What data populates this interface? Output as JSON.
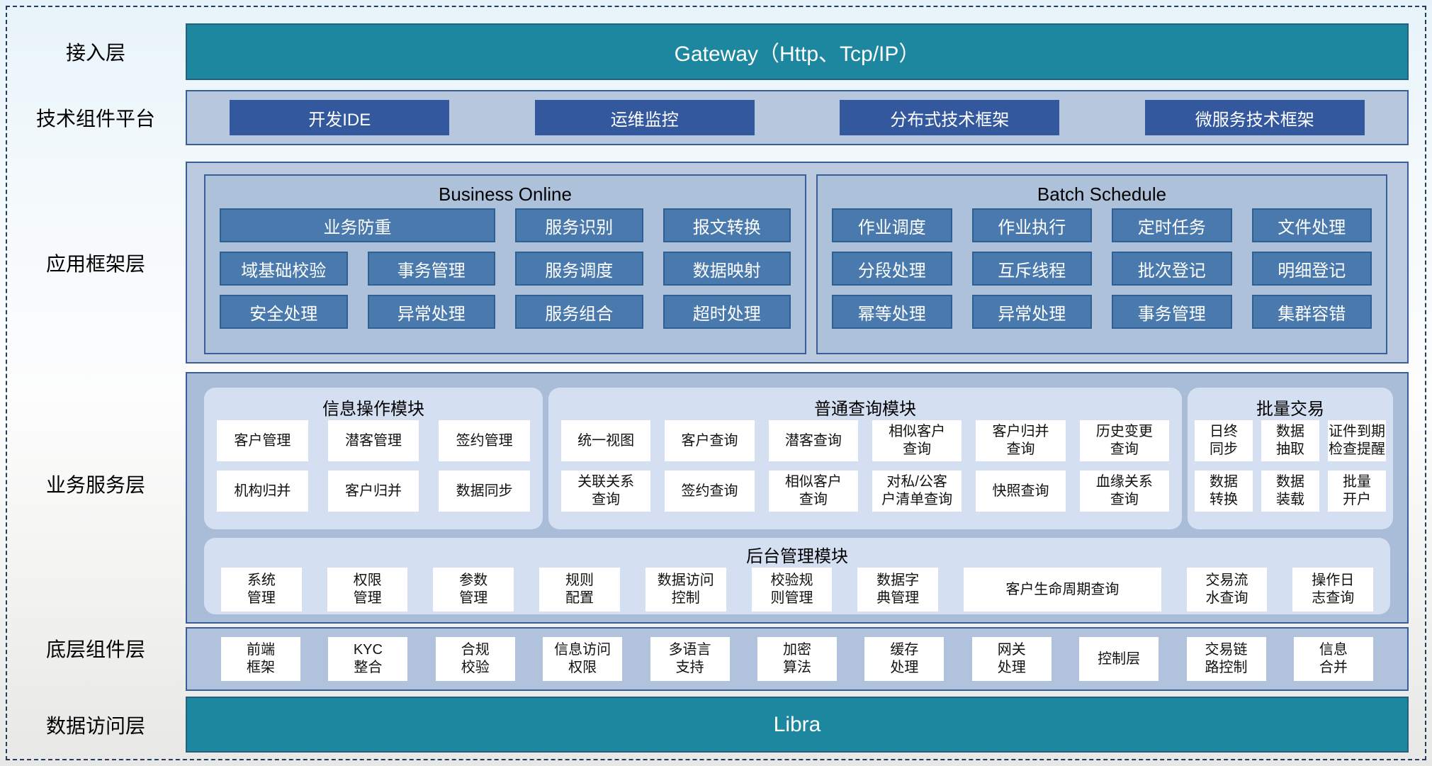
{
  "labels": {
    "access": "接入层",
    "tech": "技术组件平台",
    "app": "应用框架层",
    "service": "业务服务层",
    "base": "底层组件层",
    "data": "数据访问层"
  },
  "gateway": {
    "title": "Gateway（Http、Tcp/IP）"
  },
  "tech": {
    "items": [
      {
        "t": "开发IDE"
      },
      {
        "t": "运维监控"
      },
      {
        "t": "分布式技术框架"
      },
      {
        "t": "微服务技术框架"
      }
    ]
  },
  "app_framework": {
    "business_online": {
      "title": "Business Online",
      "rows": [
        [
          {
            "t": "业务防重",
            "span": 2
          },
          {
            "t": "服务识别"
          },
          {
            "t": "报文转换"
          }
        ],
        [
          {
            "t": "域基础校验"
          },
          {
            "t": "事务管理"
          },
          {
            "t": "服务调度"
          },
          {
            "t": "数据映射"
          }
        ],
        [
          {
            "t": "安全处理"
          },
          {
            "t": "异常处理"
          },
          {
            "t": "服务组合"
          },
          {
            "t": "超时处理"
          }
        ]
      ]
    },
    "batch_schedule": {
      "title": "Batch Schedule",
      "rows": [
        [
          {
            "t": "作业调度"
          },
          {
            "t": "作业执行"
          },
          {
            "t": "定时任务"
          },
          {
            "t": "文件处理"
          }
        ],
        [
          {
            "t": "分段处理"
          },
          {
            "t": "互斥线程"
          },
          {
            "t": "批次登记"
          },
          {
            "t": "明细登记"
          }
        ],
        [
          {
            "t": "幂等处理"
          },
          {
            "t": "异常处理"
          },
          {
            "t": "事务管理"
          },
          {
            "t": "集群容错"
          }
        ]
      ]
    }
  },
  "service": {
    "info_module": {
      "title": "信息操作模块",
      "rows": [
        [
          {
            "t": "客户管理"
          },
          {
            "t": "潜客管理"
          },
          {
            "t": "签约管理"
          }
        ],
        [
          {
            "t": "机构归并"
          },
          {
            "t": "客户归并"
          },
          {
            "t": "数据同步"
          }
        ]
      ]
    },
    "query_module": {
      "title": "普通查询模块",
      "rows": [
        [
          {
            "t": "统一视图"
          },
          {
            "t": "客户查询"
          },
          {
            "t": "潜客查询"
          },
          {
            "t": "相似客户\n查询"
          },
          {
            "t": "客户归并\n查询"
          },
          {
            "t": "历史变更\n查询"
          }
        ],
        [
          {
            "t": "关联关系\n查询"
          },
          {
            "t": "签约查询"
          },
          {
            "t": "相似客户\n查询"
          },
          {
            "t": "对私/公客\n户清单查询"
          },
          {
            "t": "快照查询"
          },
          {
            "t": "血缘关系\n查询"
          }
        ]
      ]
    },
    "batch_module": {
      "title": "批量交易",
      "rows": [
        [
          {
            "t": "日终\n同步"
          },
          {
            "t": "数据\n抽取"
          },
          {
            "t": "证件到期\n检查提醒"
          }
        ],
        [
          {
            "t": "数据\n转换"
          },
          {
            "t": "数据\n装载"
          },
          {
            "t": "批量\n开户"
          }
        ]
      ]
    },
    "admin_module": {
      "title": "后台管理模块",
      "items": [
        {
          "t": "系统\n管理"
        },
        {
          "t": "权限\n管理"
        },
        {
          "t": "参数\n管理"
        },
        {
          "t": "规则\n配置"
        },
        {
          "t": "数据访问\n控制"
        },
        {
          "t": "校验规\n则管理"
        },
        {
          "t": "数据字\n典管理"
        },
        {
          "t": "客户生命周期查询",
          "wide": true
        },
        {
          "t": "交易流\n水查询"
        },
        {
          "t": "操作日\n志查询"
        }
      ]
    }
  },
  "base": {
    "items": [
      {
        "t": "前端\n框架"
      },
      {
        "t": "KYC\n整合"
      },
      {
        "t": "合规\n校验"
      },
      {
        "t": "信息访问\n权限"
      },
      {
        "t": "多语言\n支持"
      },
      {
        "t": "加密\n算法"
      },
      {
        "t": "缓存\n处理"
      },
      {
        "t": "网关\n处理"
      },
      {
        "t": "控制层"
      },
      {
        "t": "交易链\n路控制"
      },
      {
        "t": "信息\n合并"
      }
    ]
  },
  "libra": {
    "title": "Libra"
  }
}
